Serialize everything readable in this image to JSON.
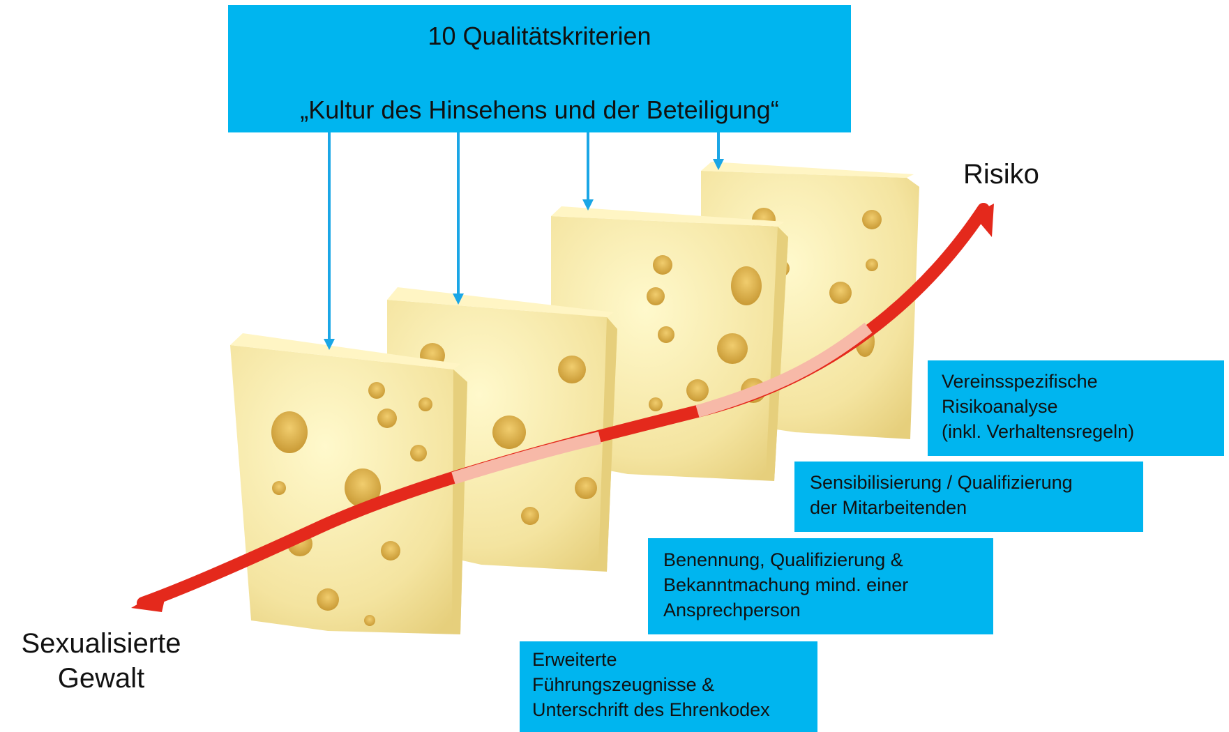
{
  "header": {
    "line1": "10 Qualitätskriterien",
    "line2": "„Kultur des Hinsehens und der Beteiligung“"
  },
  "labels": {
    "risk": "Risiko",
    "violence_line1": "Sexualisierte",
    "violence_line2": "Gewalt"
  },
  "layers": [
    {
      "lines": [
        "Vereinsspezifische",
        "Risikoanalyse",
        "(inkl. Verhaltensregeln)"
      ]
    },
    {
      "lines": [
        "Sensibilisierung / Qualifizierung",
        "der Mitarbeitenden"
      ]
    },
    {
      "lines": [
        "Benennung, Qualifizierung &",
        "Bekanntmachung mind. einer",
        "Ansprechperson"
      ]
    },
    {
      "lines": [
        "Erweiterte",
        "Führungszeugnisse &",
        "Unterschrift des Ehrenkodex"
      ]
    }
  ],
  "colors": {
    "box_fill": "#00b5ef",
    "connector": "#1aa6e6",
    "arrow": "#e4291c",
    "cheese": "#f6e9a6",
    "cheese_side": "#e8d27a",
    "hole": "#e0b44a"
  },
  "icons": [
    "cheese-slice-icon",
    "risk-arrow-icon"
  ]
}
